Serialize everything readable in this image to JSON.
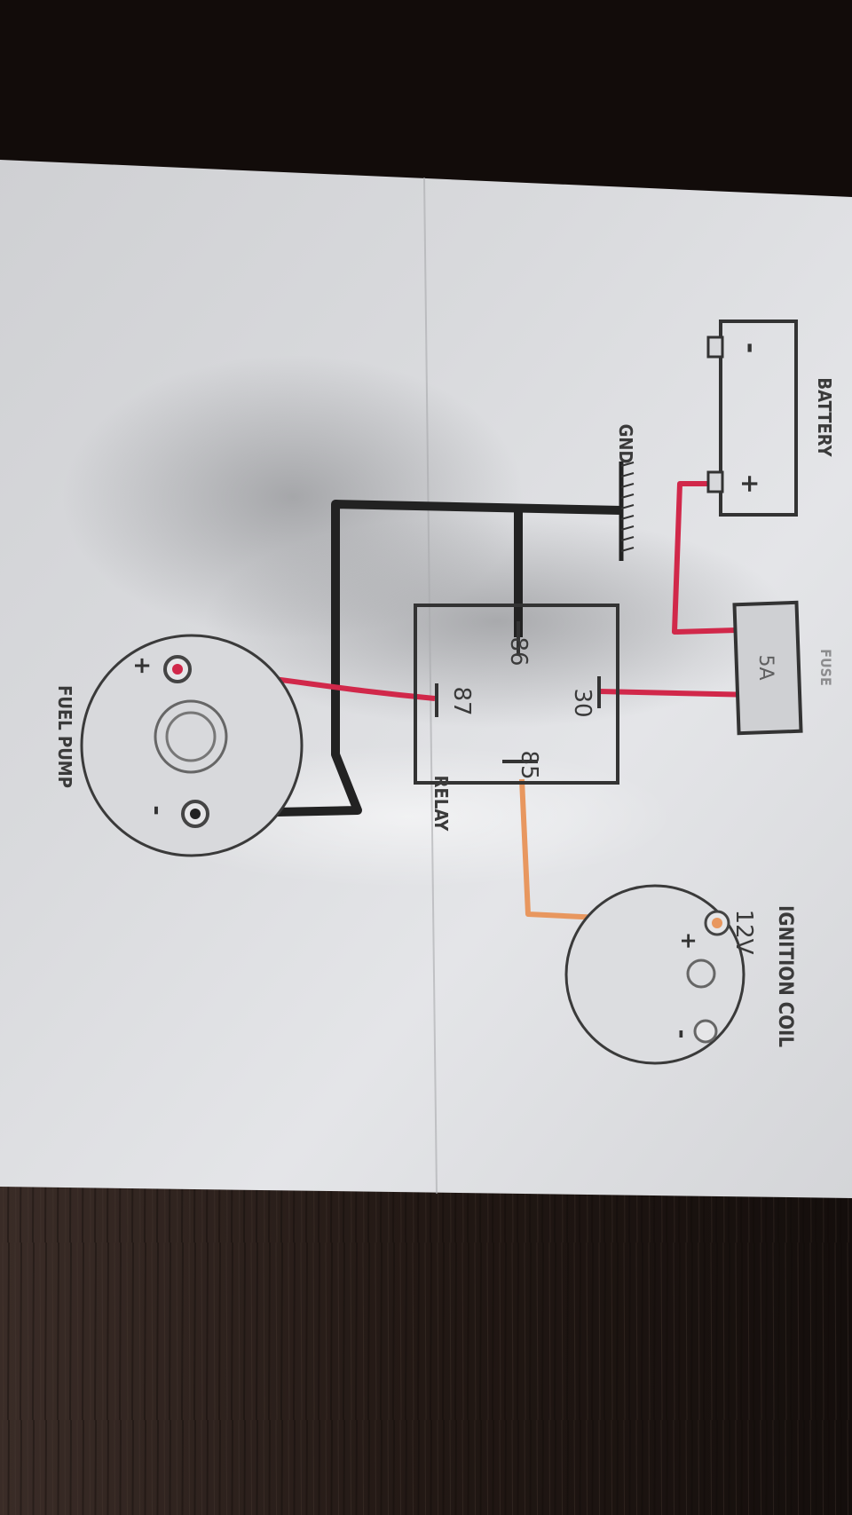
{
  "diagram": {
    "fuel_pump": {
      "label": "FUEL PUMP",
      "plus": "+",
      "minus": "-"
    },
    "ignition_coil": {
      "label": "IGNITION COIL",
      "voltage": "12V",
      "plus": "+",
      "minus": "-"
    },
    "relay": {
      "label": "RELAY",
      "pins": {
        "p87": "87",
        "p86": "86",
        "p85": "85",
        "p30": "30"
      }
    },
    "fuse": {
      "rating": "5A",
      "label": "FUSE"
    },
    "battery": {
      "label": "BATTERY",
      "plus": "+",
      "minus": "-"
    },
    "ground": {
      "label": "GND"
    }
  },
  "colors": {
    "power_wire": "#d1284a",
    "trigger_wire": "#e8975f",
    "ground_wire": "#222222",
    "paper": "#dcdde0",
    "table": "#1d1512"
  }
}
